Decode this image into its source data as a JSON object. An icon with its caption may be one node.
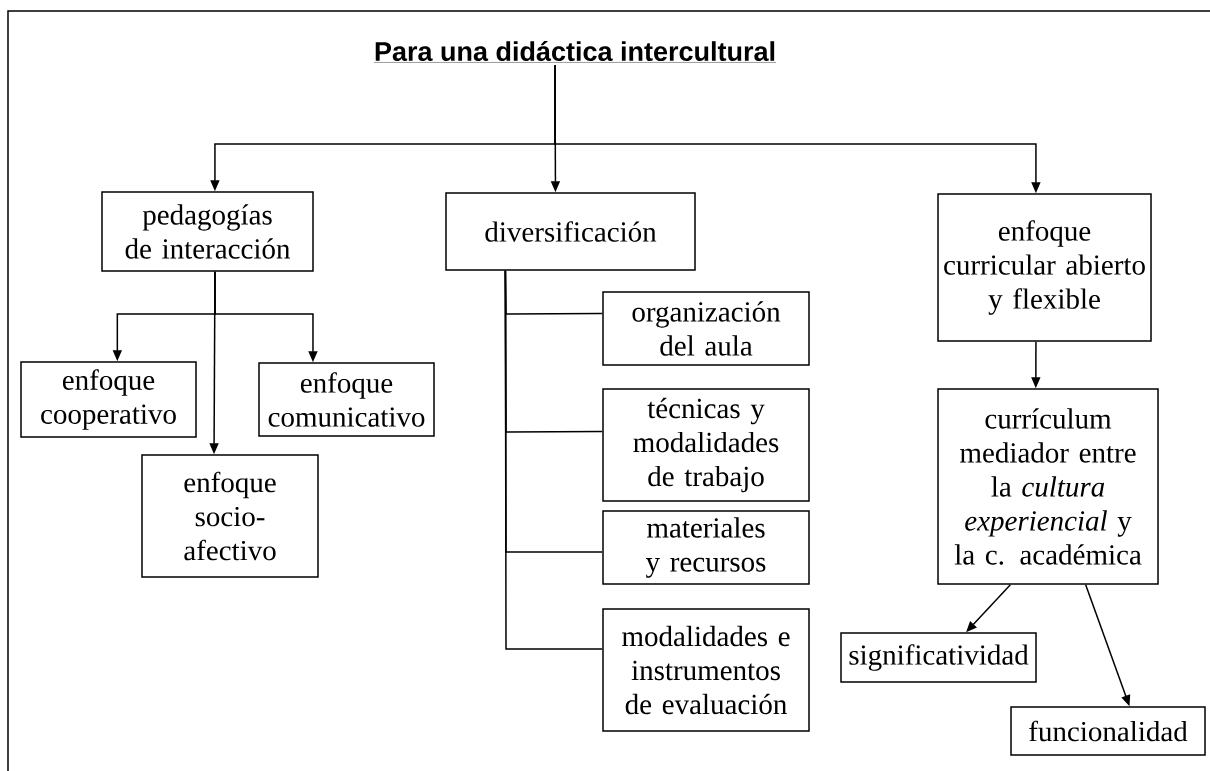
{
  "diagram": {
    "nodes": [
      {
        "text": [
          "Para una didáctica intercultural"
        ]
      },
      {
        "text": [
          "pedagogías de interacción"
        ]
      },
      {
        "text": [
          "diversificación"
        ]
      },
      {
        "text": [
          "enfoque curricular abierto y flexible"
        ]
      },
      {
        "text": [
          "enfoque cooperativo"
        ]
      },
      {
        "text": [
          "enfoque comunicativo"
        ]
      },
      {
        "text": [
          "enfoque socio- afectivo"
        ]
      },
      {
        "text": [
          "organización del aula"
        ]
      },
      {
        "text": [
          "técnicas y modalidades de trabajo"
        ]
      },
      {
        "text": [
          "materiales y recursos"
        ]
      },
      {
        "text": [
          "modalidades e instrumentos de evaluación"
        ]
      },
      {
        "text": [
          "currículum mediador entre la *cultura experiencial* y la c. académica"
        ]
      },
      {
        "text": [
          "significatividad"
        ]
      },
      {
        "text": [
          "funcionalidad"
        ]
      }
    ],
    "edges": [
      {
        "from": 0,
        "to": 1,
        "arrow": "to"
      },
      {
        "from": 0,
        "to": 2,
        "arrow": "to"
      },
      {
        "from": 0,
        "to": 3,
        "arrow": "to"
      },
      {
        "from": 1,
        "to": 4,
        "arrow": "to"
      },
      {
        "from": 1,
        "to": 5,
        "arrow": "to"
      },
      {
        "from": 1,
        "to": 6,
        "arrow": "to"
      },
      {
        "from": 2,
        "to": 7,
        "arrow": "none"
      },
      {
        "from": 2,
        "to": 8,
        "arrow": "none"
      },
      {
        "from": 2,
        "to": 9,
        "arrow": "none"
      },
      {
        "from": 2,
        "to": 10,
        "arrow": "none"
      },
      {
        "from": 3,
        "to": 11,
        "arrow": "to"
      },
      {
        "from": 11,
        "to": 12,
        "arrow": "to"
      },
      {
        "from": 11,
        "to": 13,
        "arrow": "to"
      }
    ]
  }
}
